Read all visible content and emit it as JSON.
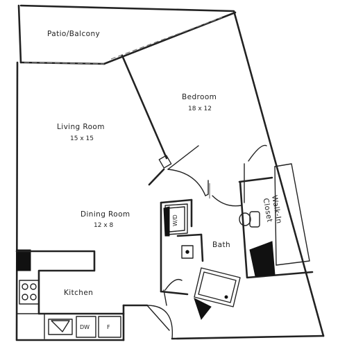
{
  "rooms": {
    "patio": {
      "name": "Patio/Balcony"
    },
    "bedroom": {
      "name": "Bedroom",
      "size": "18 x 12"
    },
    "living": {
      "name": "Living Room",
      "size": "15 x 15"
    },
    "dining": {
      "name": "Dining Room",
      "size": "12 x 8"
    },
    "kitchen": {
      "name": "Kitchen"
    },
    "bath": {
      "name": "Bath"
    },
    "closet": {
      "line1": "Walk-In",
      "line2": "Closet"
    }
  },
  "appliances": {
    "dishwasher": "DW",
    "fridge": "F",
    "washer_dryer": "W/D"
  }
}
